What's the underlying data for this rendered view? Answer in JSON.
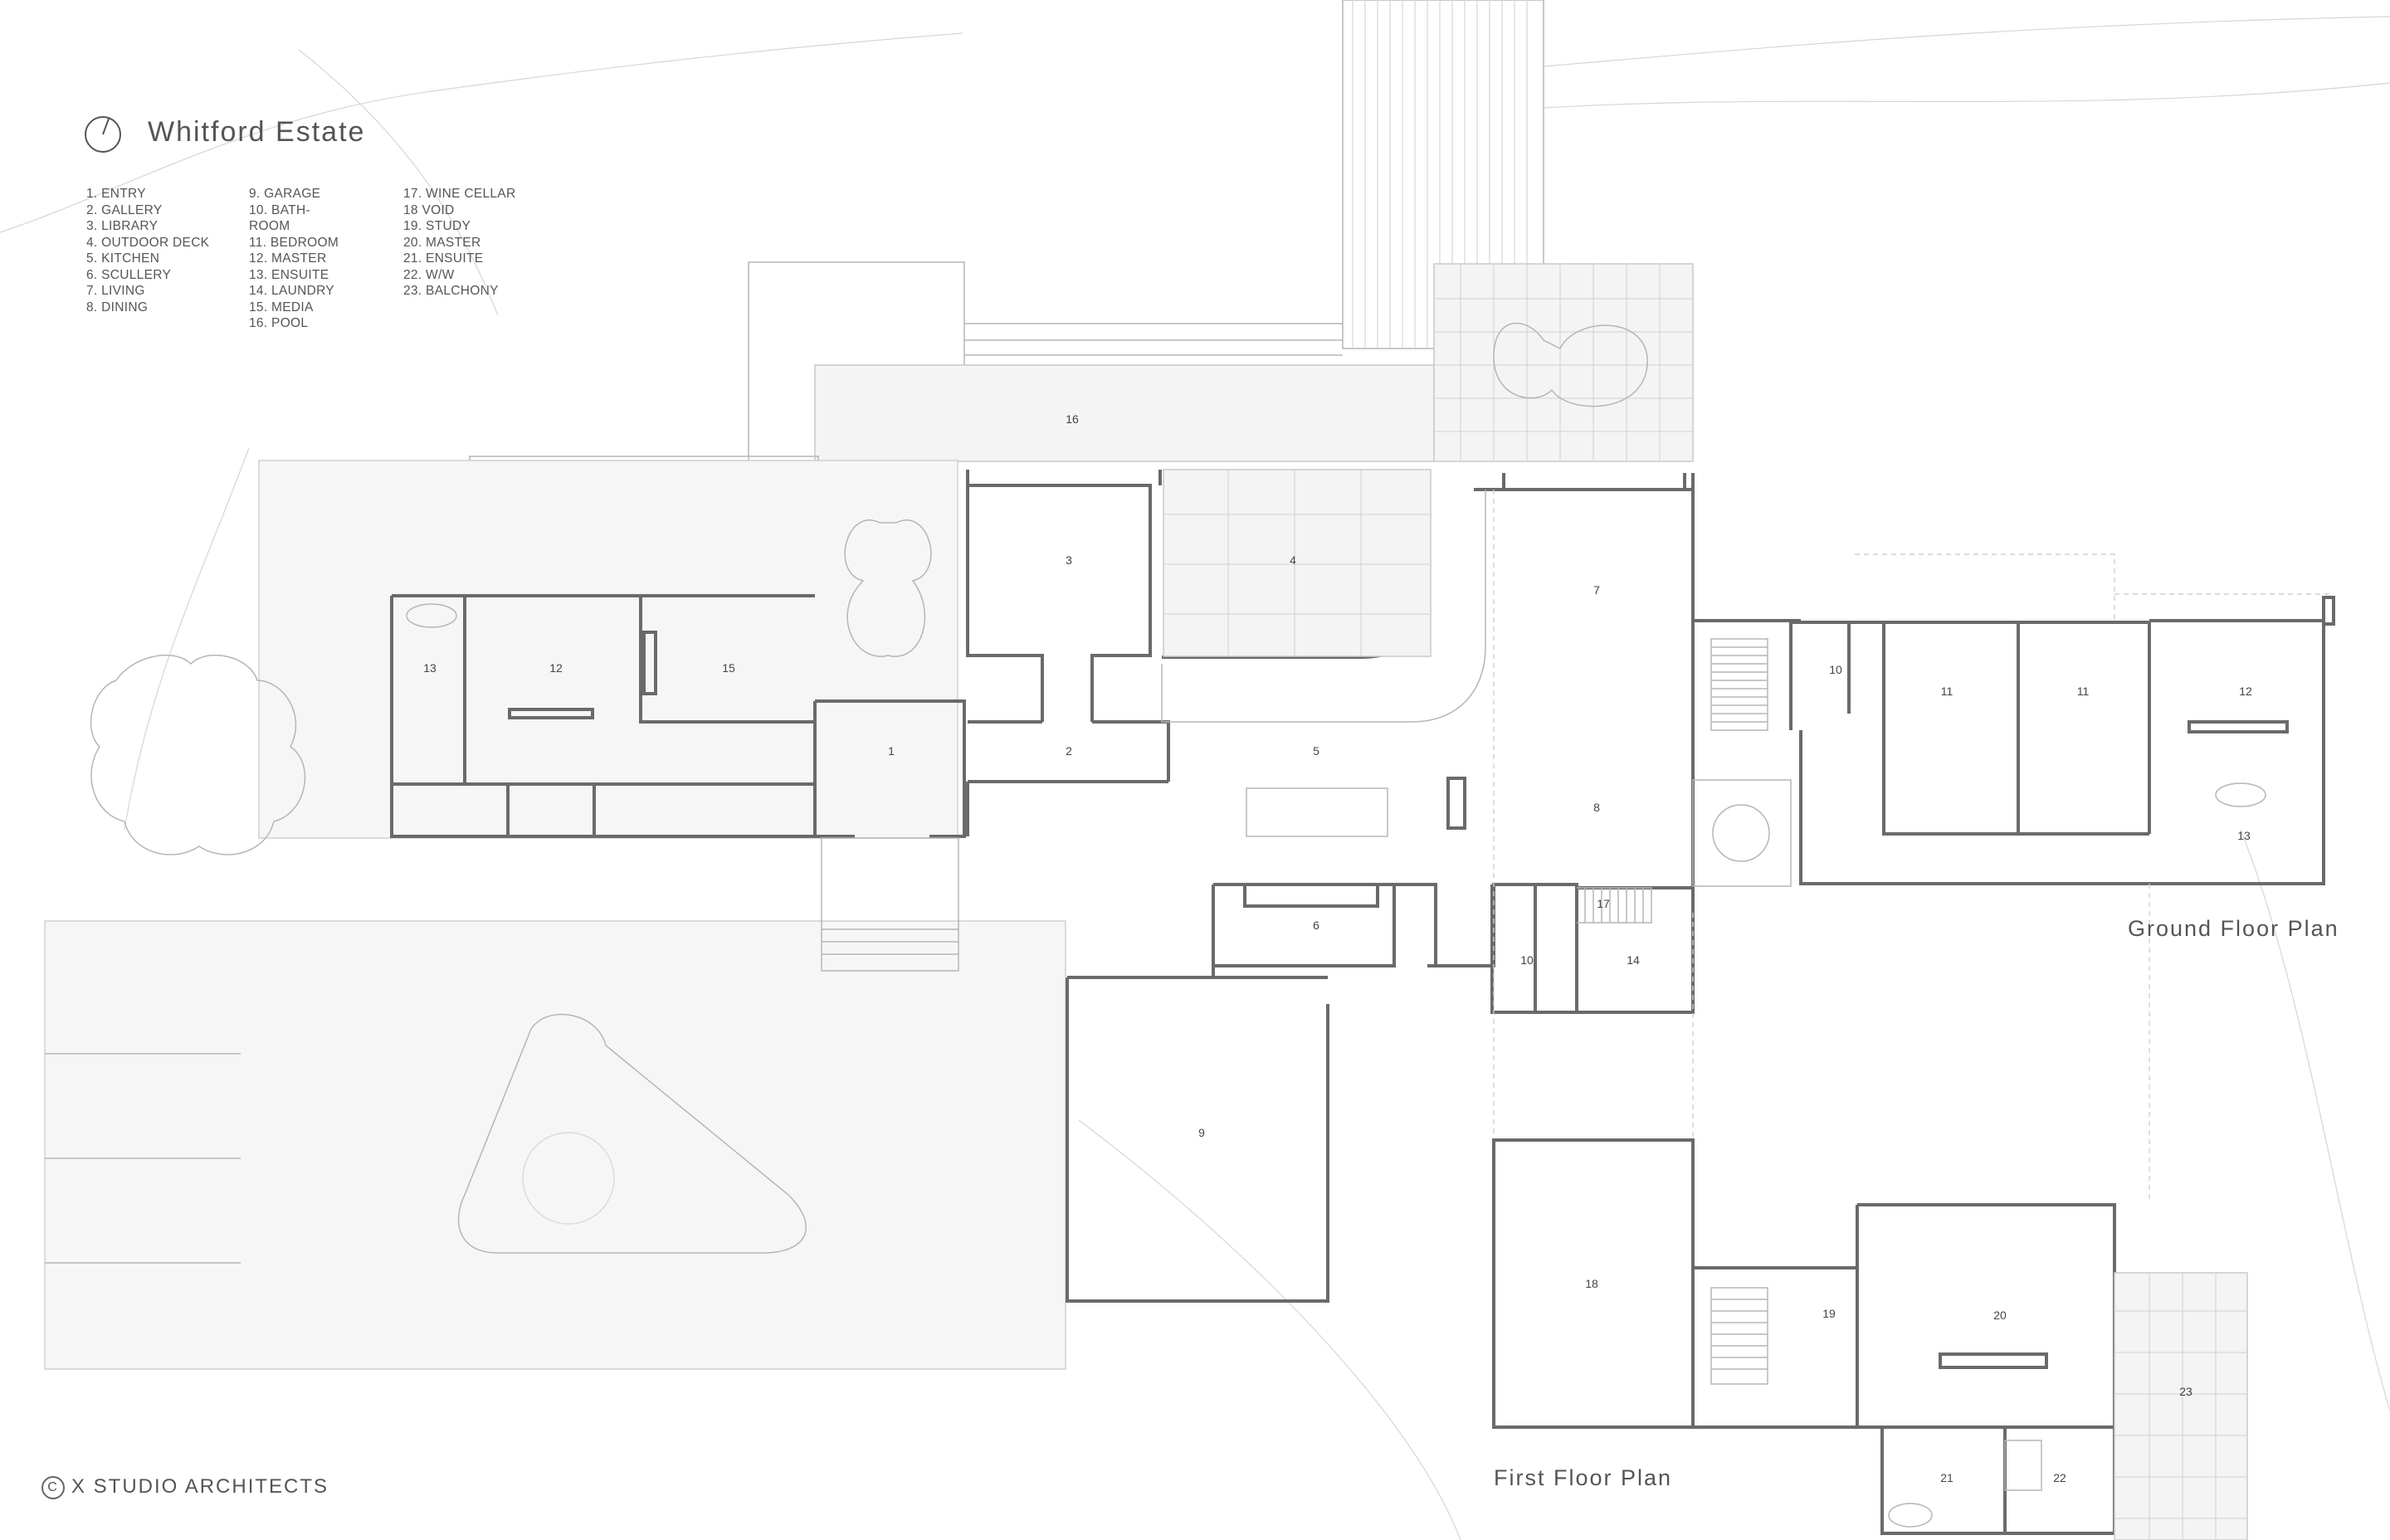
{
  "title": "Whitford Estate",
  "legend": {
    "col1": [
      "1. ENTRY",
      "2. GALLERY",
      "3. LIBRARY",
      "4. OUTDOOR DECK",
      "5. KITCHEN",
      "6. SCULLERY",
      "7. LIVING",
      "8. DINING"
    ],
    "col2": [
      "9. GARAGE",
      "10. BATH-",
      "ROOM",
      "11. BEDROOM",
      "12. MASTER",
      "13. ENSUITE",
      "14. LAUNDRY",
      "15. MEDIA",
      "16. POOL"
    ],
    "col3": [
      "17. WINE CELLAR",
      "18 VOID",
      "19. STUDY",
      "20. MASTER",
      "21. ENSUITE",
      "22. W/W",
      "23. BALCHONY"
    ]
  },
  "plan_labels": {
    "ground": "Ground Floor Plan",
    "first": "First Floor Plan"
  },
  "copyright": "X STUDIO ARCHITECTS",
  "copyright_symbol": "C",
  "room_numbers": {
    "r1": "1",
    "r2": "2",
    "r3": "3",
    "r4": "4",
    "r5": "5",
    "r6": "6",
    "r7": "7",
    "r8": "8",
    "r9": "9",
    "r10a": "10",
    "r10b": "10",
    "r11a": "11",
    "r11b": "11",
    "r12a": "12",
    "r12b": "12",
    "r13a": "13",
    "r13b": "13",
    "r14": "14",
    "r15": "15",
    "r16": "16",
    "r17": "17",
    "r18": "18",
    "r19": "19",
    "r20": "20",
    "r21": "21",
    "r22": "22",
    "r23": "23"
  },
  "colors": {
    "wall": "#6a6a6a",
    "paving": "#f4f4f4",
    "text": "#555555"
  }
}
